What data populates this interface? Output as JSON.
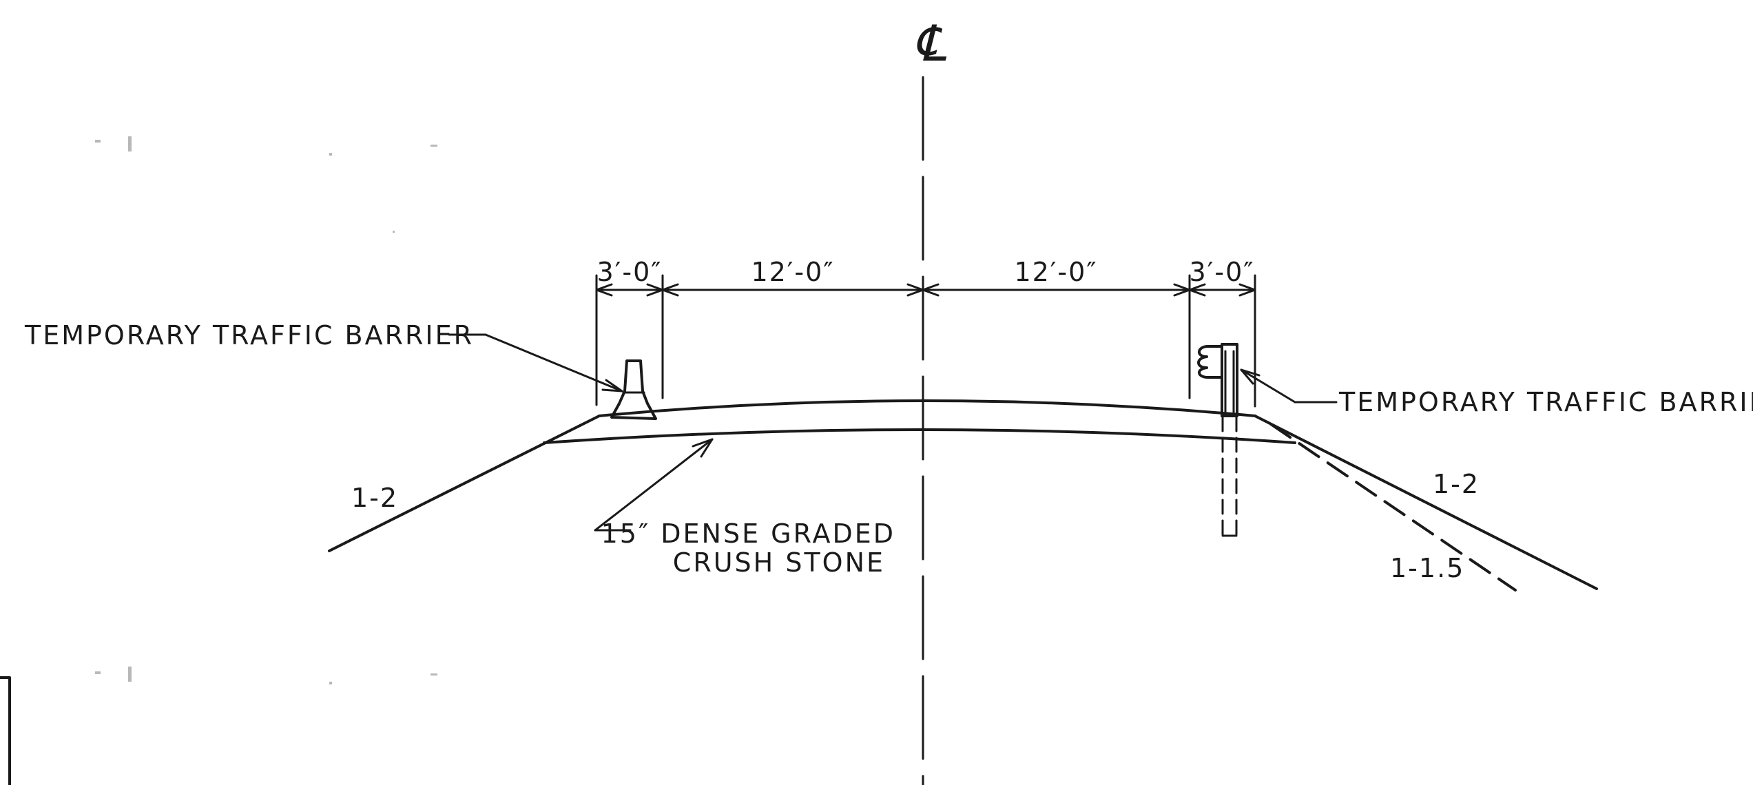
{
  "centerline_symbol": "℄",
  "dimensions": {
    "left_shoulder": "3′-0″",
    "left_lane": "12′-0″",
    "right_lane": "12′-0″",
    "right_shoulder": "3′-0″"
  },
  "labels": {
    "left_barrier": "TEMPORARY TRAFFIC BARRIER",
    "right_barrier": "TEMPORARY TRAFFIC BARRIER",
    "stone_line1": "15″ DENSE GRADED",
    "stone_line2": "CRUSH STONE"
  },
  "slopes": {
    "left": "1-2",
    "right": "1-2",
    "right_dashed": "1-1.5"
  }
}
